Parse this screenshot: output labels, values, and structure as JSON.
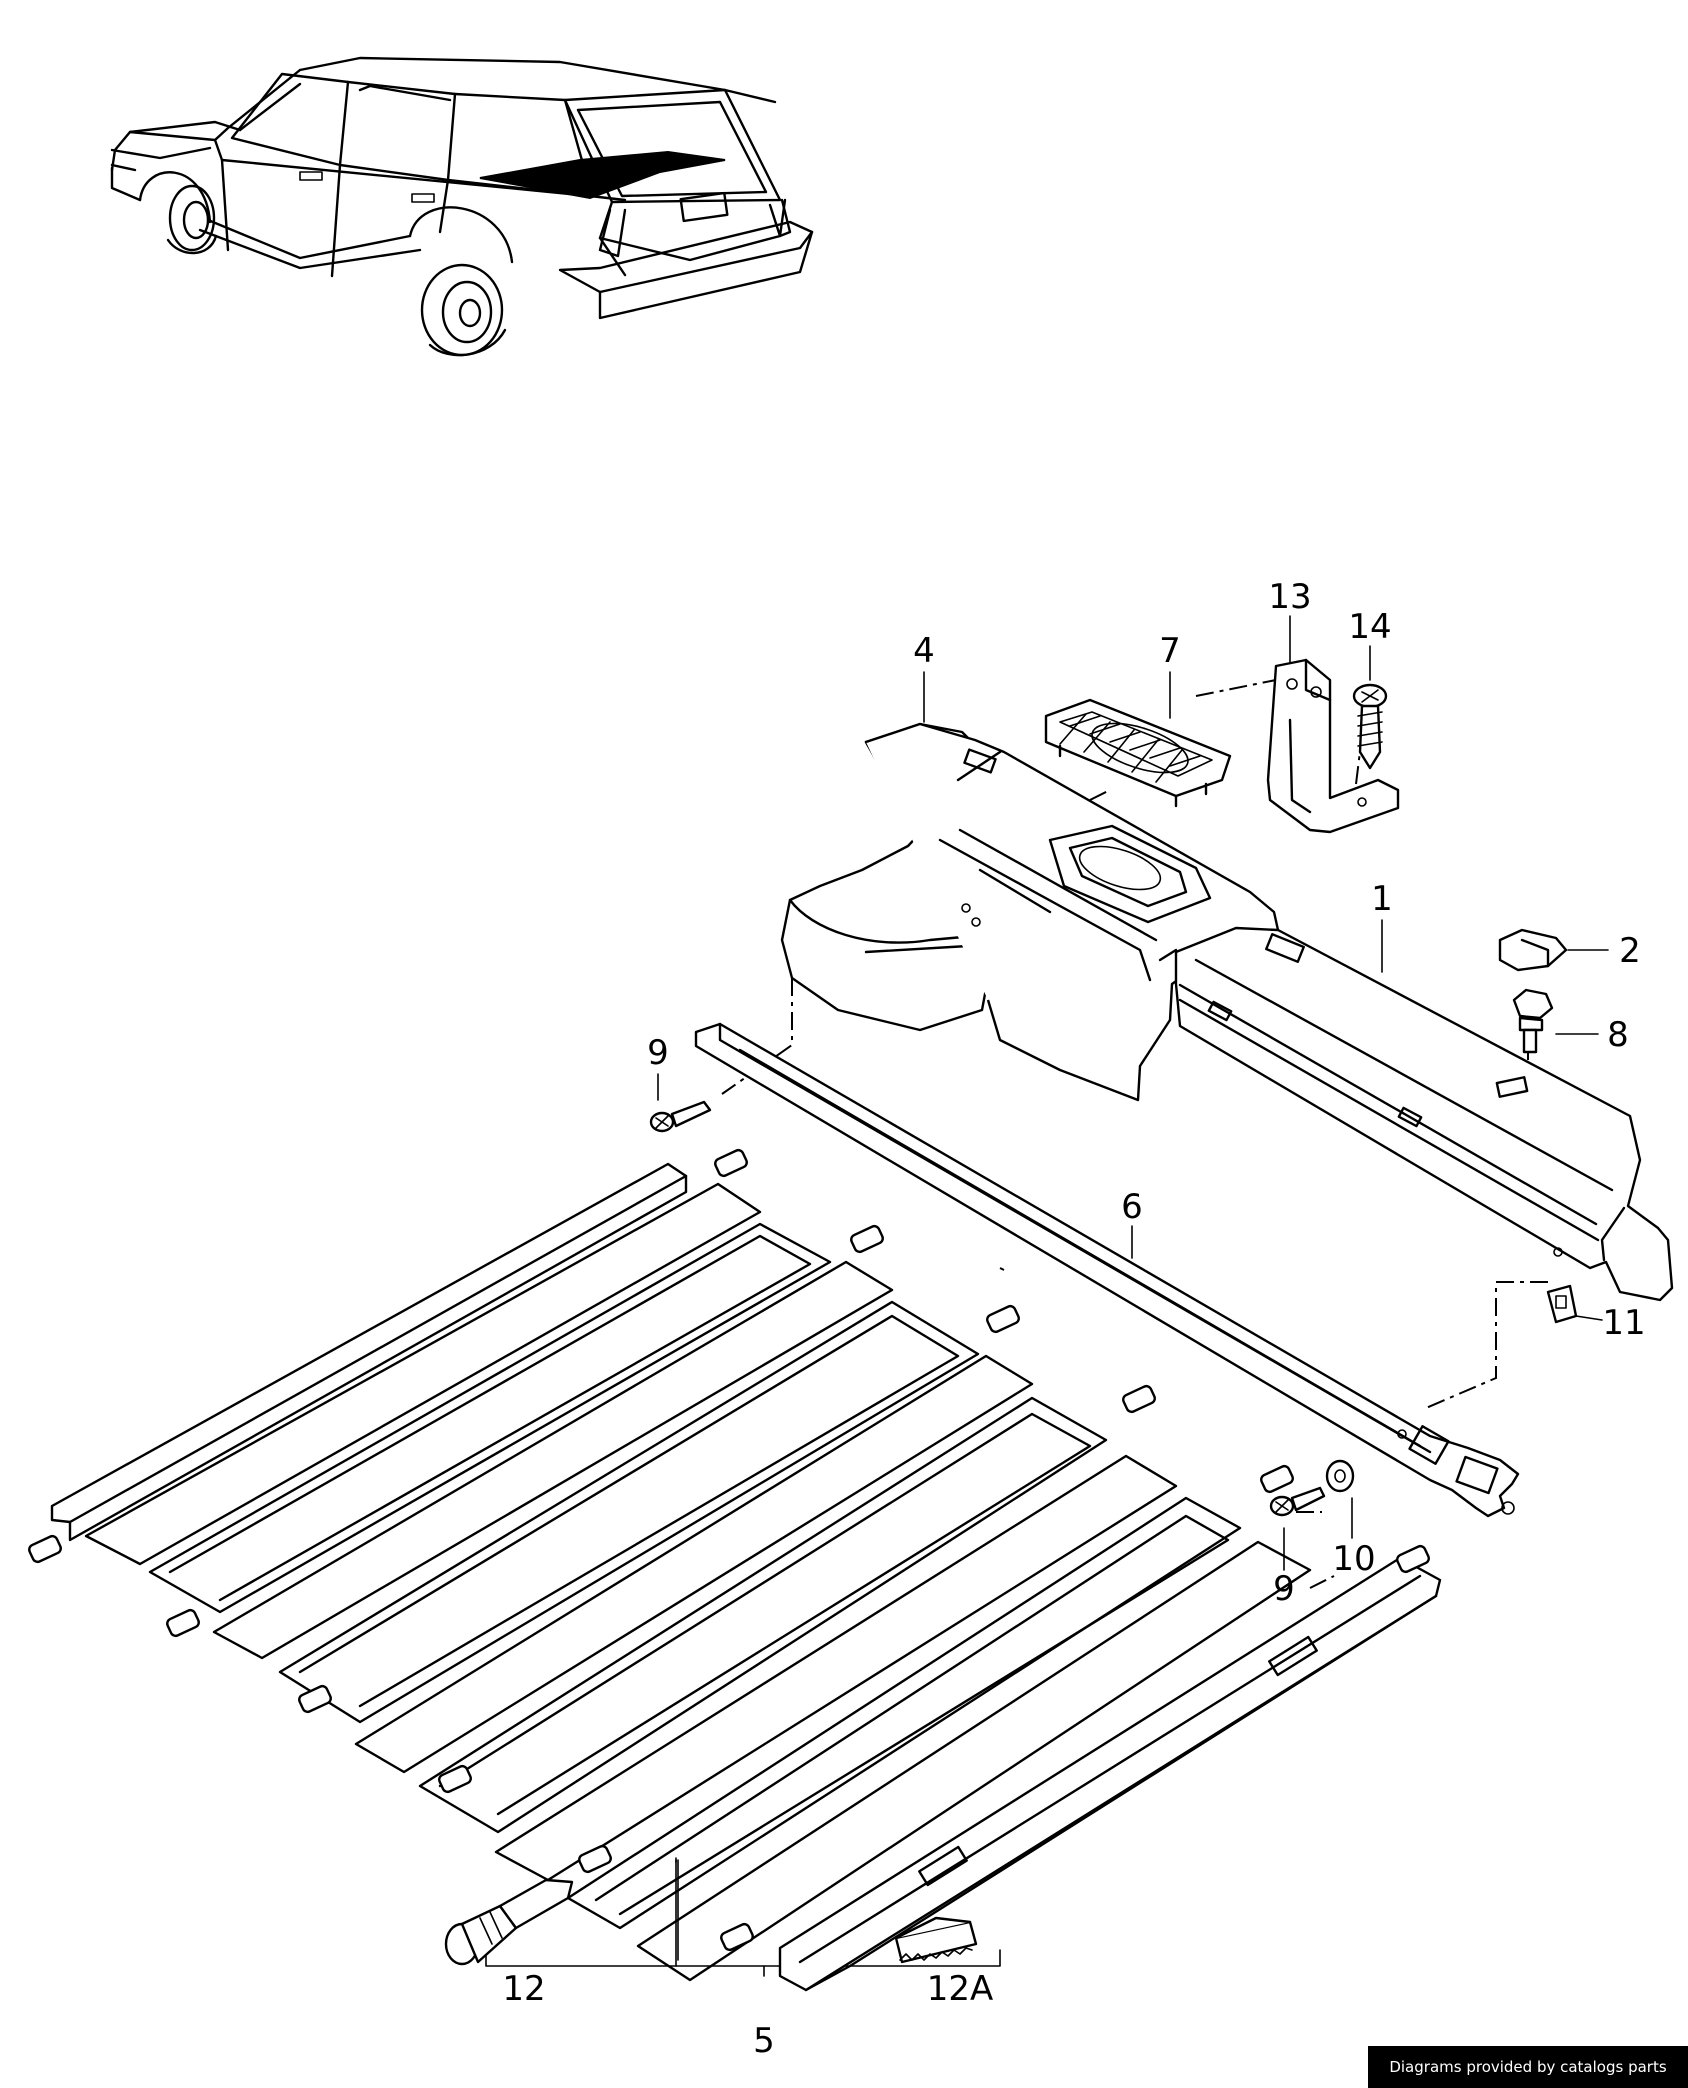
{
  "callouts": {
    "c1": "1",
    "c2": "2",
    "c4": "4",
    "c5": "5",
    "c6": "6",
    "c7": "7",
    "c8": "8",
    "c9a": "9",
    "c9b": "9",
    "c10": "10",
    "c11": "11",
    "c12": "12",
    "c12a": "12A",
    "c13": "13",
    "c14": "14"
  },
  "credit": "Diagrams provided by catalogs parts"
}
